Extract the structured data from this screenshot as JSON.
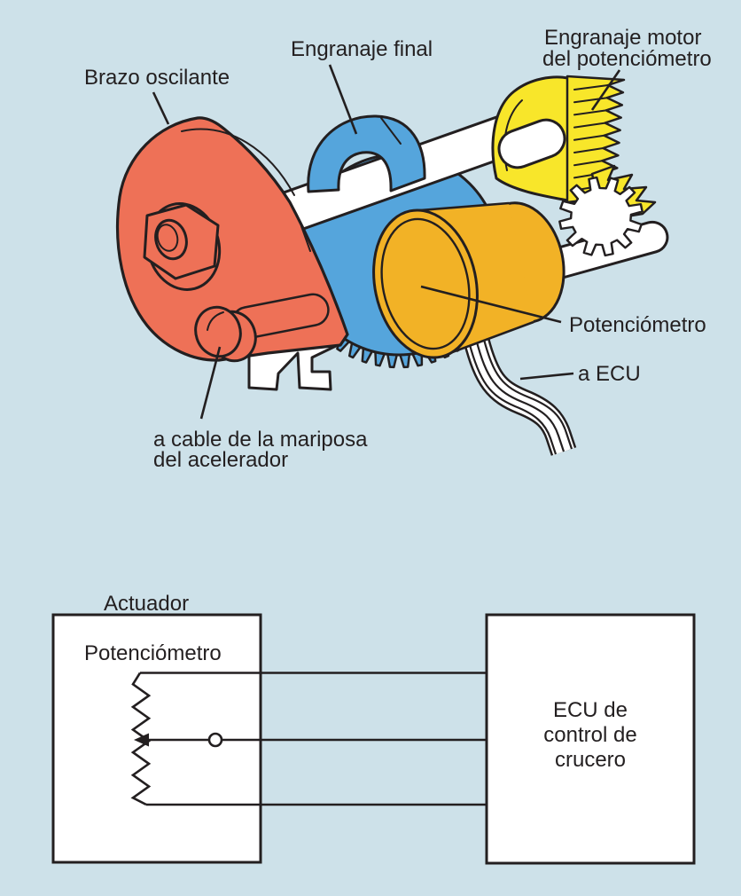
{
  "figure": {
    "background_color": "#cde1e9",
    "outline_color": "#231f20",
    "part_colors": {
      "oscillating_arm": "#ee7157",
      "final_gear": "#55a5dc",
      "motor_gear": "#f8e62a",
      "potentiometer": "#f2b226",
      "shaft": "#ffffff"
    },
    "labels": {
      "brazo_oscilante": "Brazo oscilante",
      "engranaje_final": "Engranaje final",
      "engranaje_motor": [
        "Engranaje motor",
        "del potenciómetro"
      ],
      "potenciometro": "Potenciómetro",
      "a_ecu": "a ECU",
      "a_cable": [
        "a cable de la mariposa",
        "del acelerador"
      ]
    }
  },
  "schematic": {
    "actuator_title": "Actuador",
    "potentiometer_label": "Potenciómetro",
    "ecu_label": [
      "ECU de",
      "control de",
      "crucero"
    ]
  }
}
